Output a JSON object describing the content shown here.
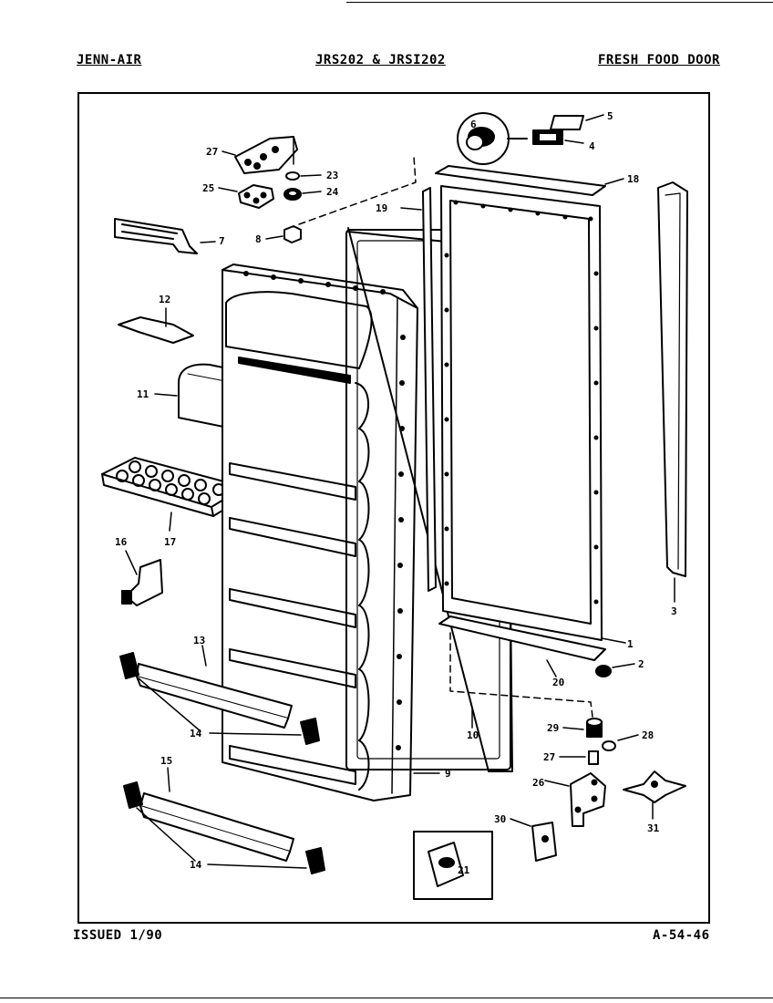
{
  "header": {
    "brand": "JENN-AIR",
    "models": "JRS202 & JRSI202",
    "section": "FRESH FOOD DOOR"
  },
  "footer": {
    "issued": "ISSUED 1/90",
    "page_code": "A-54-46"
  },
  "part_labels": {
    "p1": "1",
    "p2": "2",
    "p3": "3",
    "p4": "4",
    "p5": "5",
    "p6": "6",
    "p7": "7",
    "p8": "8",
    "p9": "9",
    "p10": "10",
    "p11": "11",
    "p12": "12",
    "p13": "13",
    "p14a": "14",
    "p14b": "14",
    "p15": "15",
    "p16": "16",
    "p17": "17",
    "p18": "18",
    "p19": "19",
    "p20": "20",
    "p21": "21",
    "p23": "23",
    "p24": "24",
    "p25": "25",
    "p26": "26",
    "p27a": "27",
    "p27b": "27",
    "p28": "28",
    "p29": "29",
    "p30": "30",
    "p31": "31"
  }
}
